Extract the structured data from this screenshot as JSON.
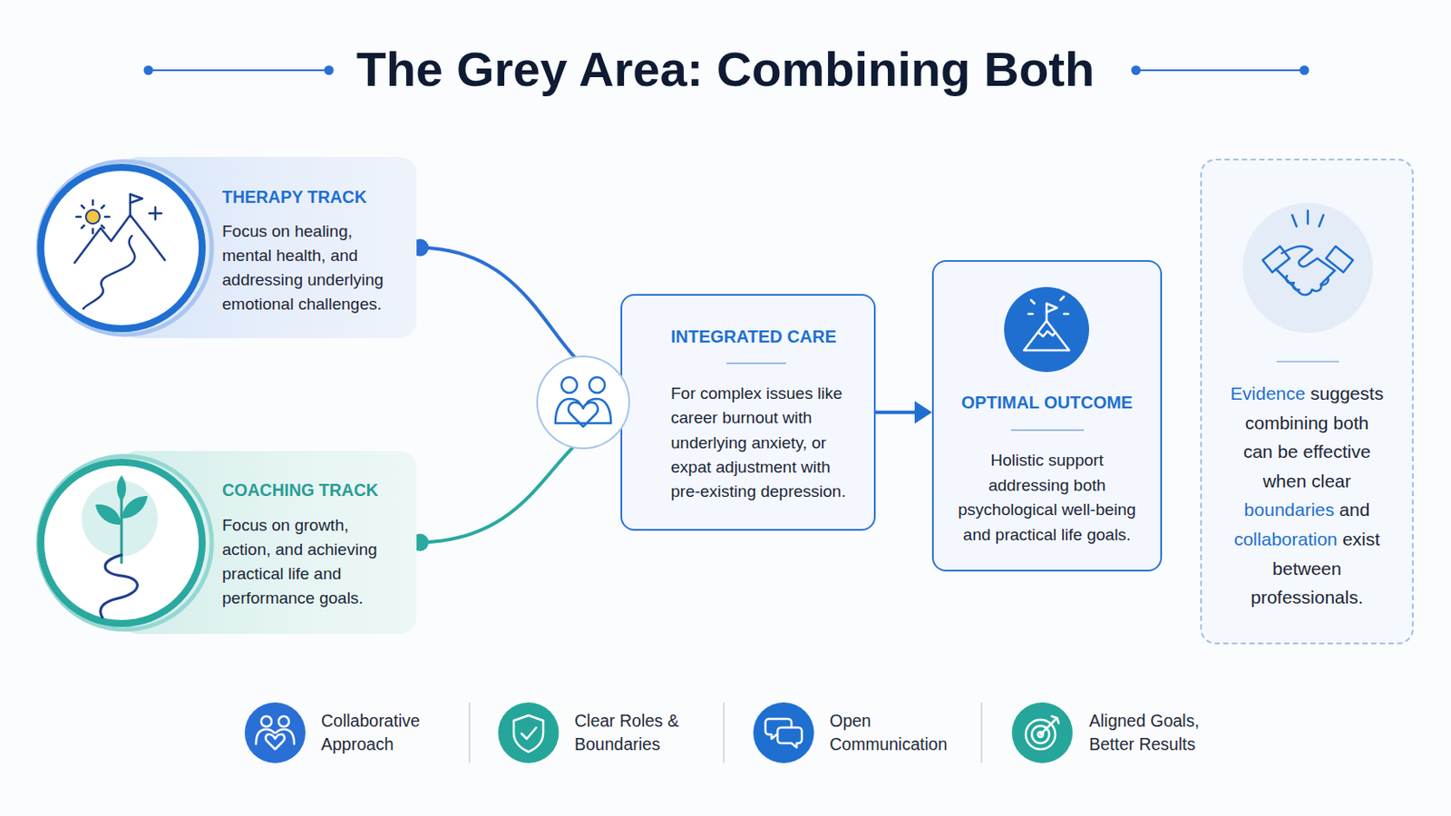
{
  "diagram": {
    "title": "The Grey Area: Combining Both",
    "nodes": [
      {
        "text": [
          "THERAPY TRACK",
          "Focus on healing, mental health, and addressing underlying emotional challenges."
        ]
      },
      {
        "text": [
          "COACHING TRACK",
          "Focus on growth, action, and achieving practical life and performance goals."
        ]
      },
      {
        "text": [
          "INTEGRATED CARE",
          "For complex issues like career burnout with underlying anxiety, or expat adjustment with pre-existing depression."
        ]
      },
      {
        "text": [
          "OPTIMAL OUTCOME",
          "Holistic support addressing both psychological well-being and practical life goals."
        ]
      },
      {
        "text": [
          "Evidence suggests combining both can be effective when clear boundaries and collaboration exist between professionals."
        ]
      }
    ],
    "edges": [
      {
        "from": 0,
        "to": 2,
        "arrow": "none"
      },
      {
        "from": 1,
        "to": 2,
        "arrow": "none"
      },
      {
        "from": 2,
        "to": 3,
        "arrow": "to"
      }
    ],
    "legend": [
      {
        "text": "Collaborative Approach"
      },
      {
        "text": "Clear Roles & Boundaries"
      },
      {
        "text": "Open Communication"
      },
      {
        "text": "Aligned Goals, Better Results"
      }
    ]
  }
}
